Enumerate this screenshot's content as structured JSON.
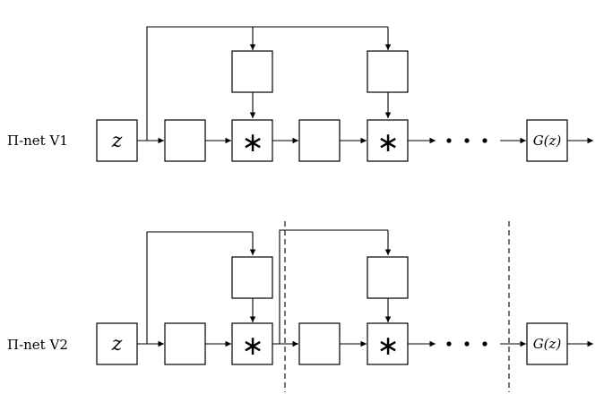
{
  "rows": [
    {
      "label": "Π-net V1",
      "input_symbol": "z",
      "product_symbol": "∗",
      "output_symbol": "G(z)"
    },
    {
      "label": "Π-net V2",
      "input_symbol": "z",
      "product_symbol": "∗",
      "output_symbol": "G(z)"
    }
  ]
}
